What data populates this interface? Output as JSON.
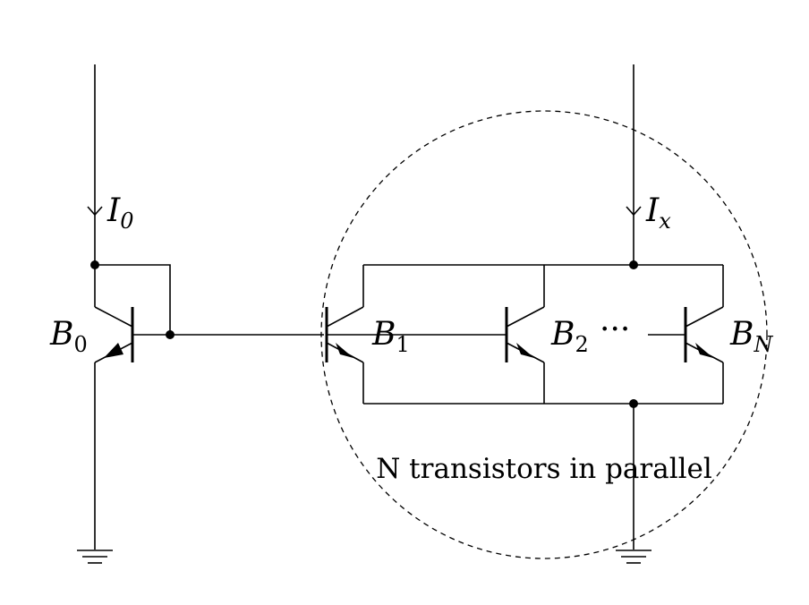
{
  "currents": {
    "left": {
      "symbol": "I",
      "sub": "0"
    },
    "right": {
      "symbol": "I",
      "sub": "x"
    }
  },
  "transistors": {
    "b0": {
      "symbol": "B",
      "sub": "0"
    },
    "b1": {
      "symbol": "B",
      "sub": "1"
    },
    "b2": {
      "symbol": "B",
      "sub": "2"
    },
    "bn": {
      "symbol": "B",
      "sub": "N"
    }
  },
  "ellipsis": "···",
  "caption": "N transistors in parallel"
}
